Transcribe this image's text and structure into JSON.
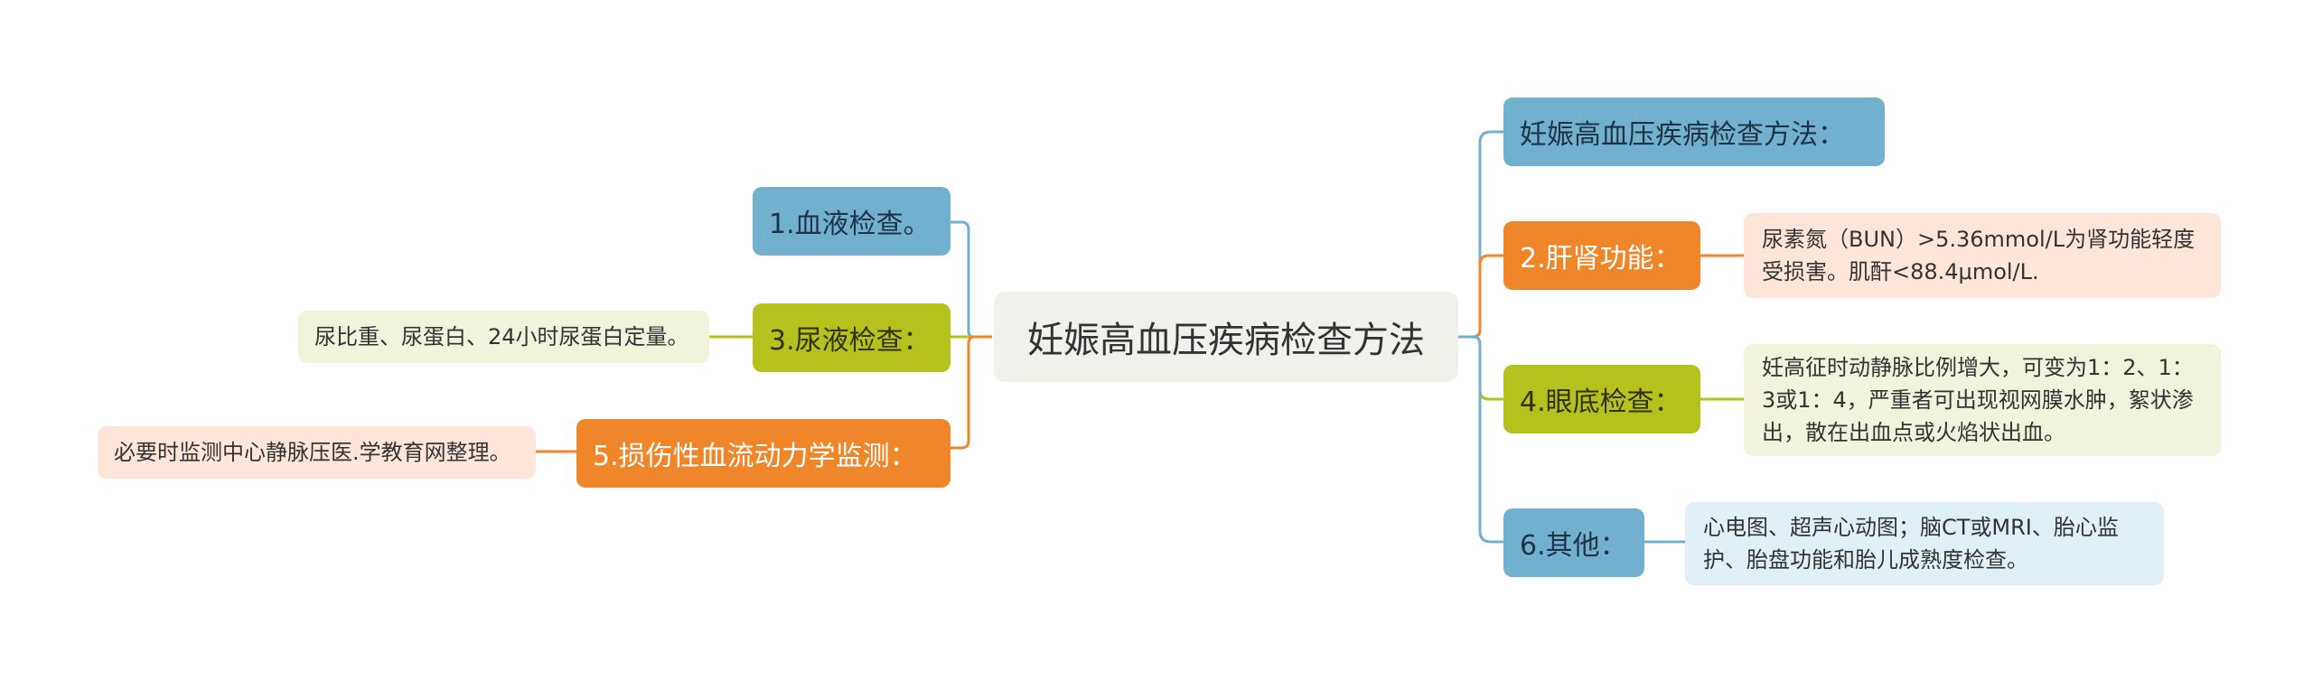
{
  "center": {
    "label": "妊娠高血压疾病检查方法"
  },
  "left": [
    {
      "label": "1.血液检查。"
    },
    {
      "label": "3.尿液检查：",
      "detail": "尿比重、尿蛋白、24小时尿蛋白定量。"
    },
    {
      "label": "5.损伤性血流动力学监测：",
      "detail": "必要时监测中心静脉压医.学教育网整理。"
    }
  ],
  "right": [
    {
      "label": "妊娠高血压疾病检查方法："
    },
    {
      "label": "2.肝肾功能：",
      "detail": "尿素氮（BUN）>5.36mmol/L为肾功能轻度受损害。肌酐<88.4μmol/L."
    },
    {
      "label": "4.眼底检查：",
      "detail": "妊高征时动静脉比例增大，可变为1：2、1：3或1：4，严重者可出现视网膜水肿，絮状渗出，散在出血点或火焰状出血。"
    },
    {
      "label": "6.其他：",
      "detail": "心电图、超声心动图；脑CT或MRI、胎心监护、胎盘功能和胎儿成熟度检查。"
    }
  ],
  "colors": {
    "blue": "#72b0cf",
    "orange": "#f0862a",
    "olive": "#b5c21d",
    "center_bg": "#f1f1ec"
  }
}
